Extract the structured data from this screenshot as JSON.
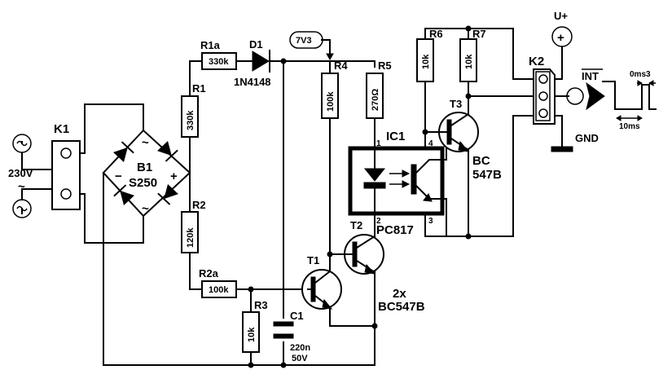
{
  "mains": {
    "voltage": "230V",
    "tilde": "~"
  },
  "k1": {
    "label": "K1"
  },
  "b1": {
    "label": "B1",
    "part": "S250",
    "minus": "−",
    "plus": "+",
    "tilde": "~"
  },
  "r1a": {
    "label": "R1a",
    "value": "330k"
  },
  "r1": {
    "label": "R1",
    "value": "330k"
  },
  "r2": {
    "label": "R2",
    "value": "120k"
  },
  "r2a": {
    "label": "R2a",
    "value": "100k"
  },
  "r3": {
    "label": "R3",
    "value": "10k"
  },
  "r4": {
    "label": "R4",
    "value": "100k"
  },
  "r5": {
    "label": "R5",
    "value": "270Ω"
  },
  "r6": {
    "label": "R6",
    "value": "10k"
  },
  "r7": {
    "label": "R7",
    "value": "10k"
  },
  "d1": {
    "label": "D1",
    "part": "1N4148"
  },
  "c1": {
    "label": "C1",
    "value": "220n",
    "voltage": "50V"
  },
  "supply": {
    "label": "7V3"
  },
  "ic1": {
    "label": "IC1",
    "part": "PC817",
    "pins": [
      "1",
      "2",
      "3",
      "4"
    ]
  },
  "t1": {
    "label": "T1"
  },
  "t2": {
    "label": "T2"
  },
  "t12_part": {
    "count": "2x",
    "part": "BC547B"
  },
  "t3": {
    "label": "T3",
    "part_line1": "BC",
    "part_line2": "547B"
  },
  "k2": {
    "label": "K2"
  },
  "uplus": {
    "label": "U+",
    "symbol": "+"
  },
  "gnd": {
    "label": "GND"
  },
  "int_signal": {
    "label": "INT"
  },
  "timing": {
    "period": "10ms",
    "pulse": "0ms3"
  }
}
